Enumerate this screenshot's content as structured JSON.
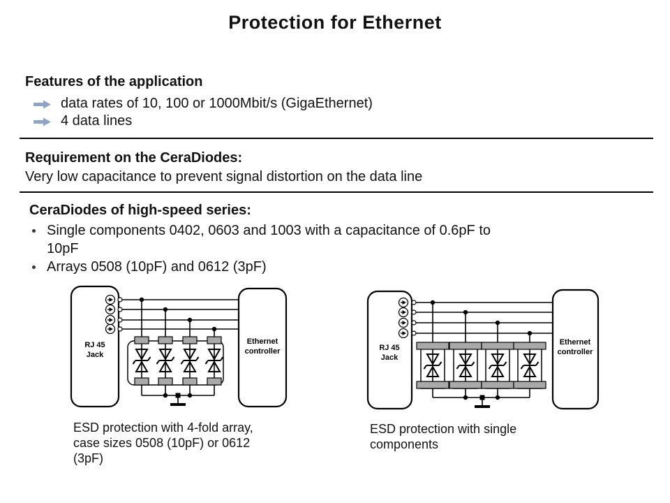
{
  "slide": {
    "title": "Protection for Ethernet",
    "background": "#ffffff",
    "text_color": "#111111",
    "divider_color": "#000000"
  },
  "features": {
    "heading": "Features of the application",
    "arrow_color": "#8fa3c2",
    "arrow_icon": "right-arrow",
    "items": [
      "data rates of 10, 100 or 1000Mbit/s (GigaEthernet)",
      "4 data lines"
    ]
  },
  "requirement": {
    "heading": "Requirement on the CeraDiodes:",
    "text": "Very low capacitance to prevent signal distortion on the data line"
  },
  "series": {
    "heading": "CeraDiodes of high-speed series:",
    "items": [
      {
        "lines": [
          "Single components 0402, 0603 and 1003 with a capacitance of 0.6pF to",
          "10pF"
        ]
      },
      {
        "lines": [
          "Arrays 0508 (10pF) and 0612 (3pF)"
        ]
      }
    ]
  },
  "diagrams": {
    "pad_color": "#a9a9a9",
    "line_color": "#000000",
    "left": {
      "jack_label": [
        "RJ 45",
        "Jack"
      ],
      "controller_label": [
        "Ethernet",
        "controller"
      ],
      "caption_lines": [
        "ESD protection with 4-fold array,",
        "case sizes 0508 (10pF) or 0612",
        "(3pF)"
      ]
    },
    "right": {
      "jack_label": [
        "RJ 45",
        "Jack"
      ],
      "controller_label": [
        "Ethernet",
        "controller"
      ],
      "caption_lines": [
        "ESD protection with single",
        "components"
      ]
    }
  }
}
